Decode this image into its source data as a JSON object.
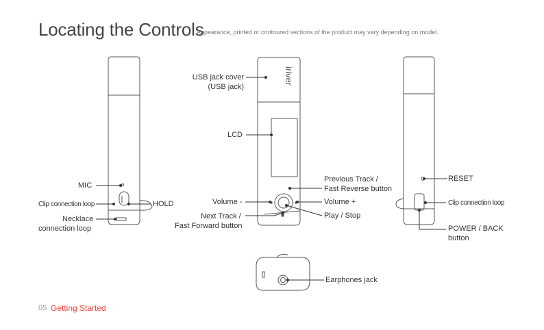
{
  "page": {
    "title": "Locating the Controls",
    "subtitle": "Appearance, printed or contoured sections of the product may vary depending on model."
  },
  "labels": {
    "mic": "MIC",
    "clip_left": "Clip connection loop",
    "hold": "HOLD",
    "necklace_1": "Necklace",
    "necklace_2": "connection loop",
    "usb_cover_1": "USB jack cover",
    "usb_cover_2": "(USB jack)",
    "lcd": "LCD",
    "prev_1": "Previous Track /",
    "prev_2": "Fast Reverse button",
    "vol_minus": "Volume -",
    "vol_plus": "Volume +",
    "next_1": "Next Track /",
    "next_2": "Fast Forward button",
    "play_stop": "Play / Stop",
    "reset": "RESET",
    "clip_right": "Clip connection loop",
    "power_1": "POWER / BACK",
    "power_2": "button",
    "earphones": "Earphones jack"
  },
  "device": {
    "brand": "iriver"
  },
  "footer": {
    "page_number": "05",
    "section": "Getting Started"
  }
}
